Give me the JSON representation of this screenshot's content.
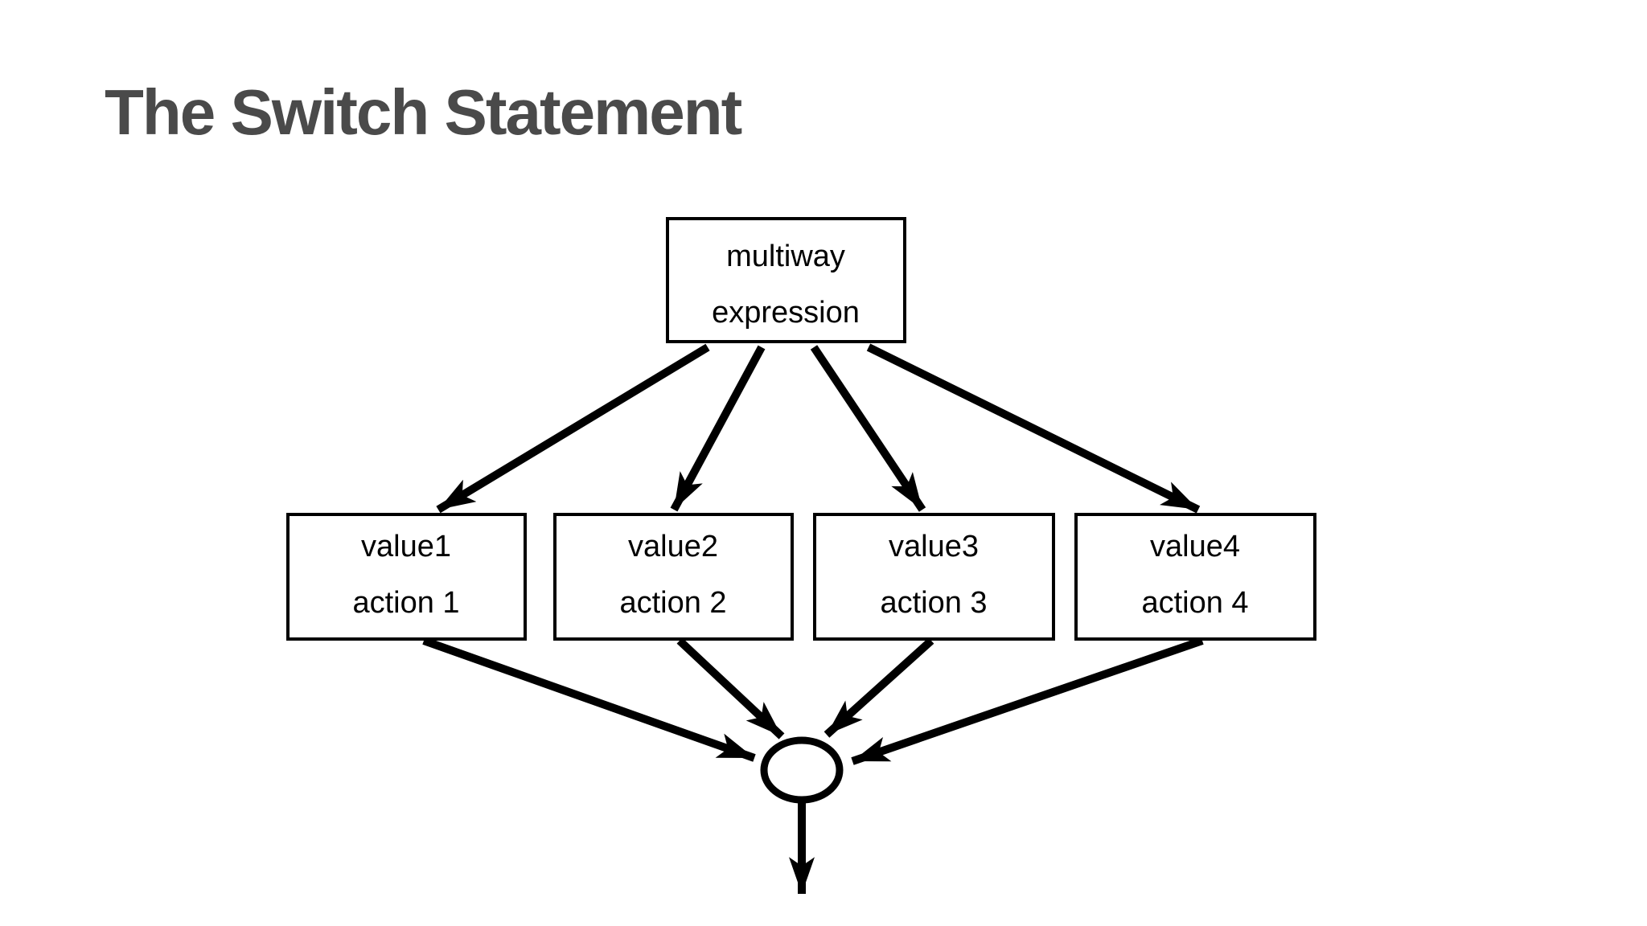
{
  "page": {
    "background_color": "#ffffff"
  },
  "title": {
    "text": "The Switch Statement",
    "color": "#4a4a4a"
  },
  "diagram": {
    "stroke_color": "#000000",
    "text_color": "#000000",
    "nodes": {
      "expression": {
        "line1": "multiway",
        "line2": "expression"
      },
      "case1": {
        "line1": "value1",
        "line2": "action 1"
      },
      "case2": {
        "line1": "value2",
        "line2": "action 2"
      },
      "case3": {
        "line1": "value3",
        "line2": "action 3"
      },
      "case4": {
        "line1": "value4",
        "line2": "action 4"
      },
      "merge": {
        "shape": "ellipse",
        "label": ""
      }
    },
    "edges": [
      {
        "from": "expression",
        "to": "case1"
      },
      {
        "from": "expression",
        "to": "case2"
      },
      {
        "from": "expression",
        "to": "case3"
      },
      {
        "from": "expression",
        "to": "case4"
      },
      {
        "from": "case1",
        "to": "merge"
      },
      {
        "from": "case2",
        "to": "merge"
      },
      {
        "from": "case3",
        "to": "merge"
      },
      {
        "from": "case4",
        "to": "merge"
      },
      {
        "from": "merge",
        "to": "exit"
      }
    ]
  }
}
